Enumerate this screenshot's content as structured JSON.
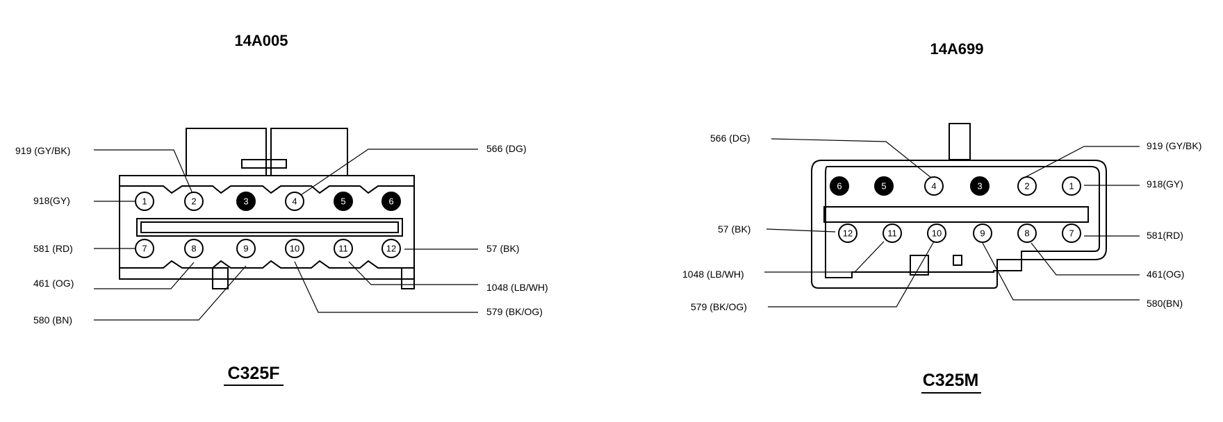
{
  "connectors": [
    {
      "part_number": "14A005",
      "name": "C325F",
      "pins": [
        {
          "pin": "1",
          "filled": false,
          "circuit": "918(GY)"
        },
        {
          "pin": "2",
          "filled": false,
          "circuit": "919 (GY/BK)"
        },
        {
          "pin": "3",
          "filled": true,
          "circuit": ""
        },
        {
          "pin": "4",
          "filled": false,
          "circuit": "566 (DG)"
        },
        {
          "pin": "5",
          "filled": true,
          "circuit": ""
        },
        {
          "pin": "6",
          "filled": true,
          "circuit": ""
        },
        {
          "pin": "7",
          "filled": false,
          "circuit": "581 (RD)"
        },
        {
          "pin": "8",
          "filled": false,
          "circuit": "461 (OG)"
        },
        {
          "pin": "9",
          "filled": false,
          "circuit": "580 (BN)"
        },
        {
          "pin": "10",
          "filled": false,
          "circuit": "579 (BK/OG)"
        },
        {
          "pin": "11",
          "filled": false,
          "circuit": "1048 (LB/WH)"
        },
        {
          "pin": "12",
          "filled": false,
          "circuit": "57 (BK)"
        }
      ]
    },
    {
      "part_number": "14A699",
      "name": "C325M",
      "pins": [
        {
          "pin": "1",
          "filled": false,
          "circuit": "918(GY)"
        },
        {
          "pin": "2",
          "filled": false,
          "circuit": "919 (GY/BK)"
        },
        {
          "pin": "3",
          "filled": true,
          "circuit": ""
        },
        {
          "pin": "4",
          "filled": false,
          "circuit": "566 (DG)"
        },
        {
          "pin": "5",
          "filled": true,
          "circuit": ""
        },
        {
          "pin": "6",
          "filled": true,
          "circuit": ""
        },
        {
          "pin": "7",
          "filled": false,
          "circuit": "581(RD)"
        },
        {
          "pin": "8",
          "filled": false,
          "circuit": "461(OG)"
        },
        {
          "pin": "9",
          "filled": false,
          "circuit": "580(BN)"
        },
        {
          "pin": "10",
          "filled": false,
          "circuit": "579 (BK/OG)"
        },
        {
          "pin": "11",
          "filled": false,
          "circuit": "1048 (LB/WH)"
        },
        {
          "pin": "12",
          "filled": false,
          "circuit": "57 (BK)"
        }
      ]
    }
  ],
  "colors": {
    "ink": "#000000",
    "paper": "#ffffff"
  }
}
